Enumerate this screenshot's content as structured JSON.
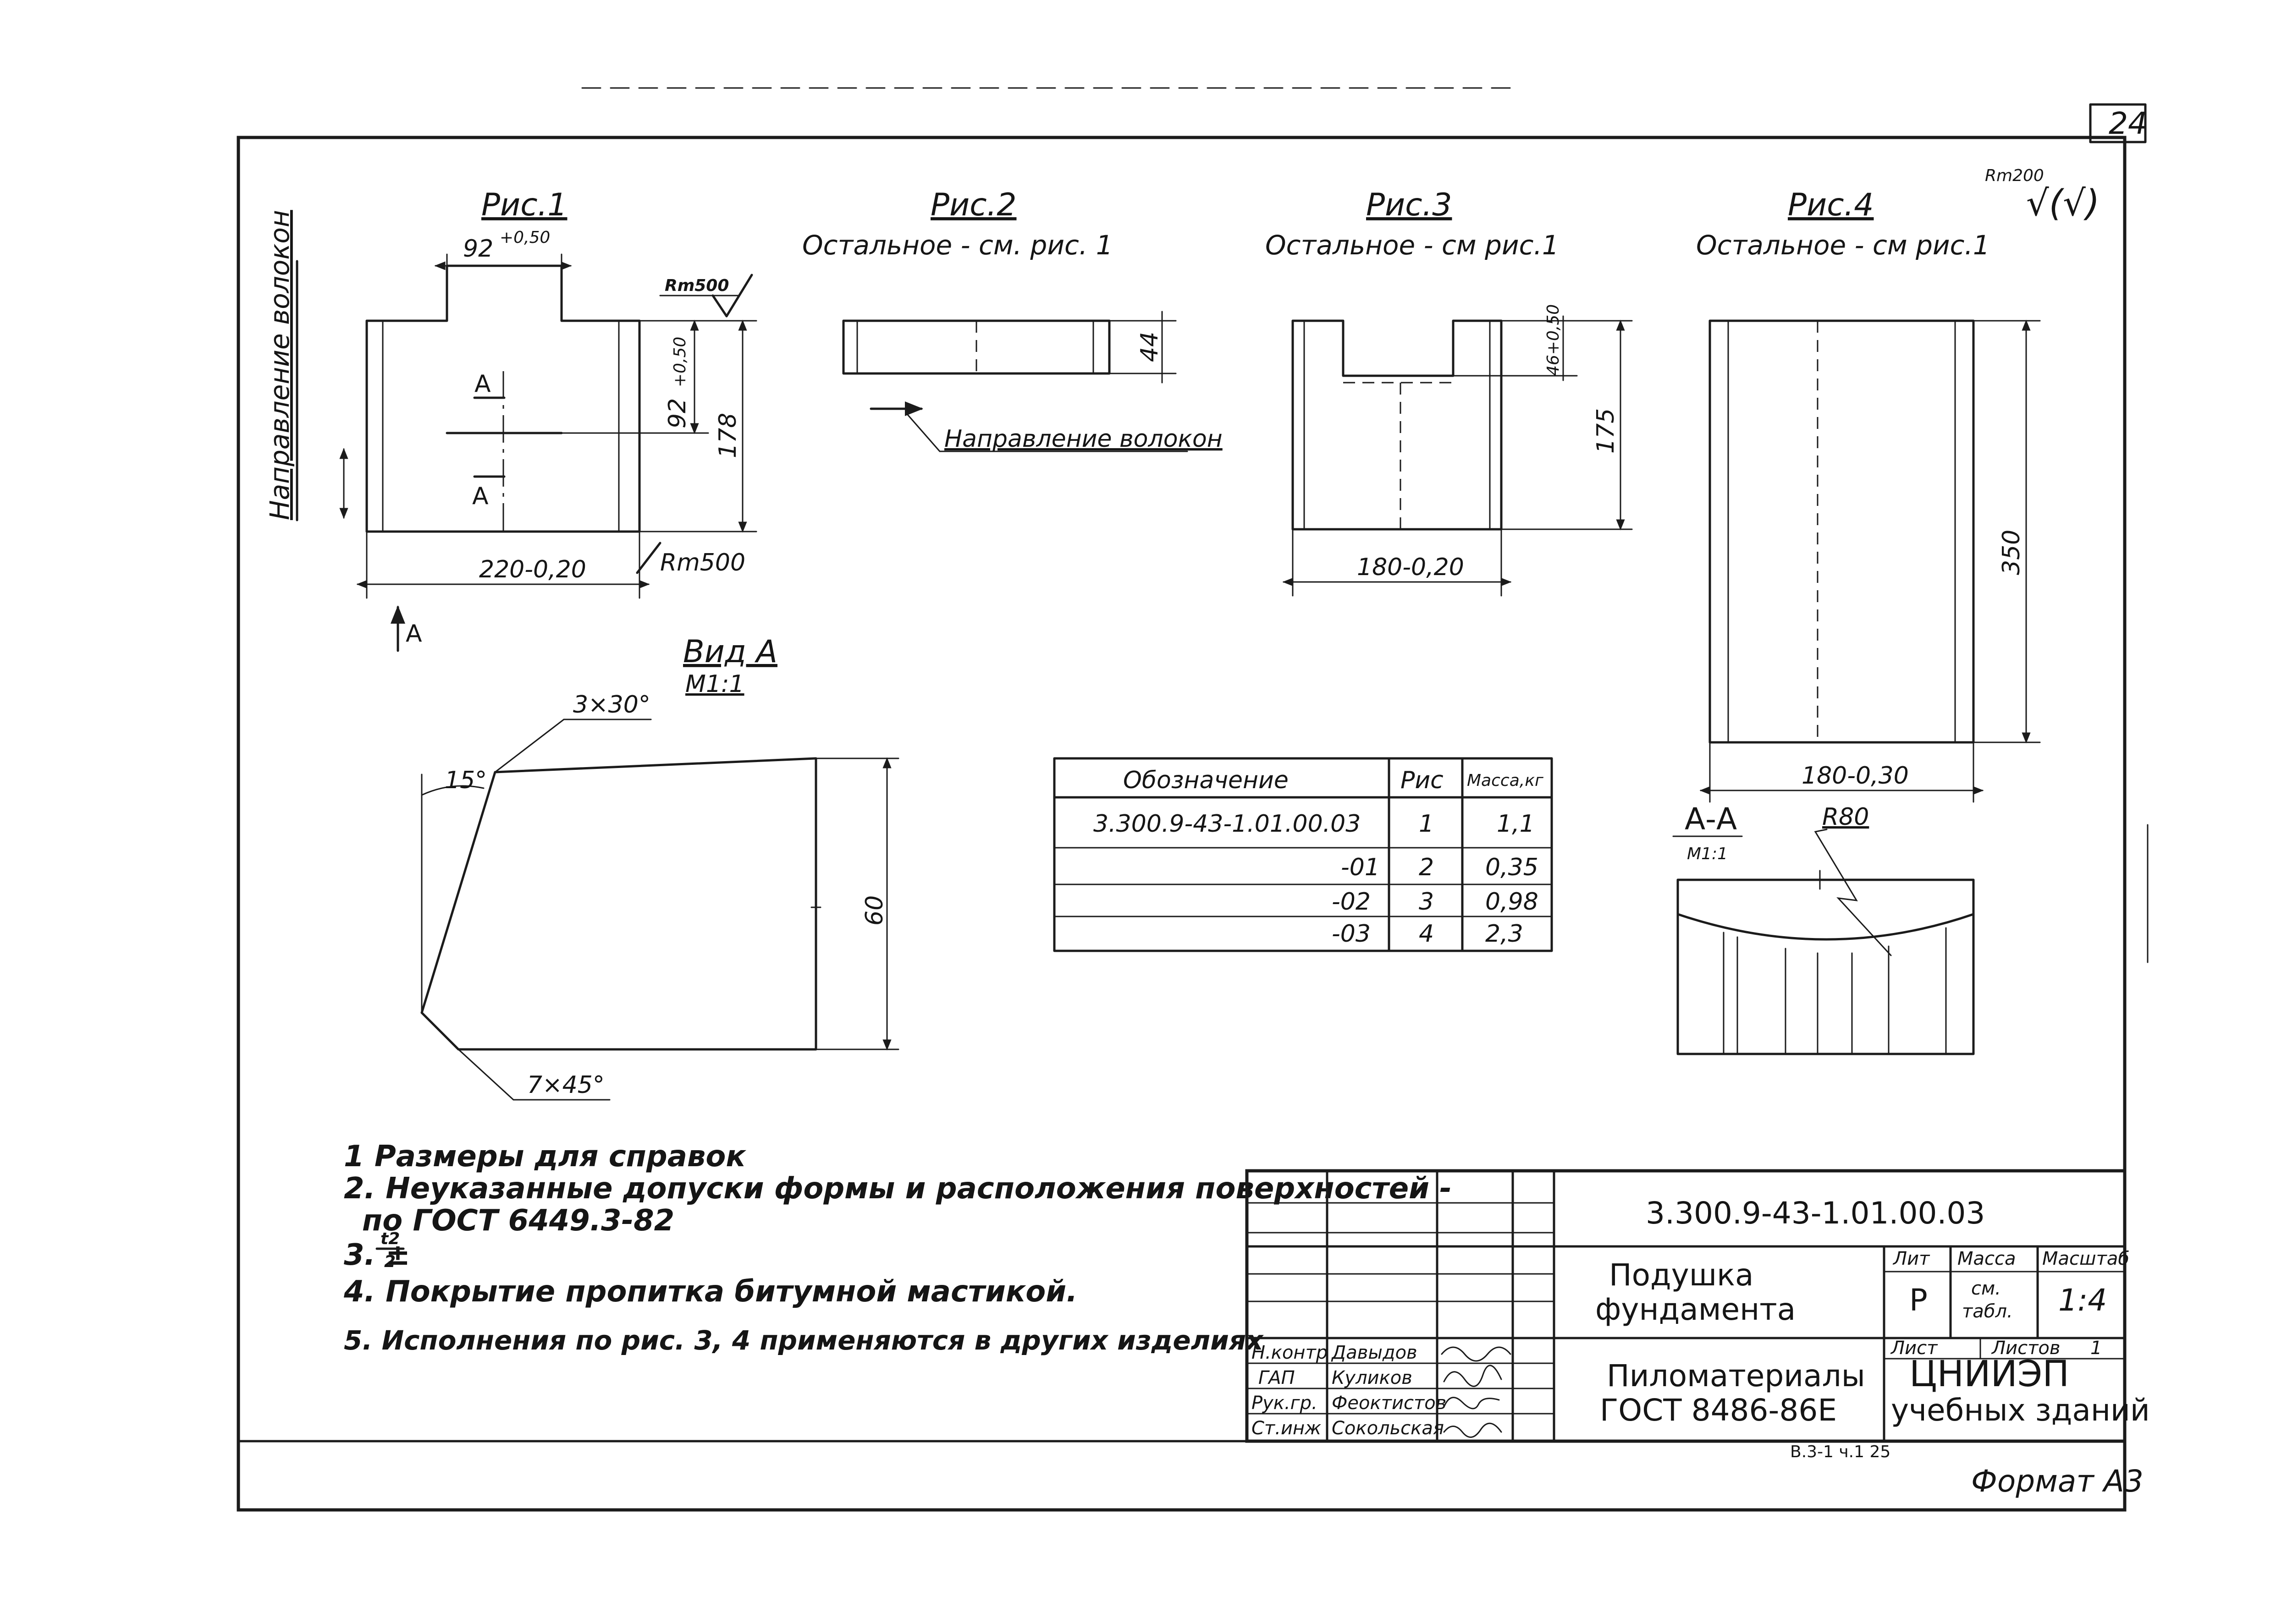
{
  "sheet": {
    "sheet_number": "24",
    "roughness_general": "Rm200",
    "roughness_symbol": "√(√)",
    "format_label": "Формат А3",
    "archive_code": "В.3-1 ч.1 25"
  },
  "figures": {
    "fig1": {
      "title": "Рис.1",
      "fiber_direction": "Направление волокон",
      "dim_cut_width": "92",
      "dim_cut_width_tol": "+0,50",
      "dim_cut_depth": "92",
      "dim_cut_depth_tol": "+0,50",
      "dim_height": "178",
      "dim_width": "220-0,20",
      "roughness_top": "Rm500",
      "roughness_side": "Rm500",
      "section_label": "A",
      "view_label": "A"
    },
    "fig2": {
      "title": "Рис.2",
      "subtitle": "Остальное - см. рис. 1",
      "dim_height": "44",
      "fiber_direction": "Направление волокон"
    },
    "fig3": {
      "title": "Рис.3",
      "subtitle": "Остальное - см рис.1",
      "dim_cut": "46+0,50",
      "dim_height": "175",
      "dim_width": "180-0,20"
    },
    "fig4": {
      "title": "Рис.4",
      "subtitle": "Остальное - см рис.1",
      "dim_height": "350",
      "dim_width": "180-0,30"
    },
    "view_a": {
      "title": "Вид А",
      "scale": "М1:1",
      "chamfer_top": "3×30°",
      "angle": "15°",
      "chamfer_bottom": "7×45°",
      "dim_height": "60"
    },
    "section_aa": {
      "title": "А-А",
      "scale": "М1:1",
      "radius": "R80"
    }
  },
  "variants_table": {
    "headers": [
      "Обозначение",
      "Рис",
      "Масса,кг"
    ],
    "rows": [
      [
        "3.300.9-43-1.01.00.03",
        "1",
        "1,1"
      ],
      [
        "-01",
        "2",
        "0,35"
      ],
      [
        "-02",
        "3",
        "0,98"
      ],
      [
        "-03",
        "4",
        "2,3"
      ]
    ]
  },
  "notes": [
    "1 Размеры для справок",
    "2. Неуказанные допуски формы и расположения поверхностей -",
    "по ГОСТ 6449.3-82",
    "3. ±",
    "4. Покрытие пропитка битумной мастикой.",
    "5. Исполнения по рис. 3, 4 применяются в других изделиях"
  ],
  "note3_fraction": {
    "numerator": "t2",
    "denominator": "2"
  },
  "title_block": {
    "designation": "3.300.9-43-1.01.00.03",
    "name_line1": "Подушка",
    "name_line2": "фундамента",
    "material_line1": "Пиломатериалы",
    "material_line2": "ГОСТ 8486-86Е",
    "organization_line1": "ЦНИИЭП",
    "organization_line2": "учебных зданий",
    "lit_header": "Лит",
    "mass_header": "Масса",
    "scale_header": "Масштаб",
    "lit_value": "Р",
    "mass_value_line1": "см.",
    "mass_value_line2": "табл.",
    "scale_value": "1:4",
    "sheet_header": "Лист",
    "sheets_header": "Листов",
    "sheets_value": "1",
    "roles": [
      {
        "role": "Н.контр",
        "name": "Давыдов"
      },
      {
        "role": "ГАП",
        "name": "Куликов"
      },
      {
        "role": "Рук.гр.",
        "name": "Феоктистов"
      },
      {
        "role": "Ст.инж",
        "name": "Сокольская"
      }
    ],
    "signatures": [
      "signature-1",
      "signature-2",
      "signature-3",
      "signature-4"
    ]
  }
}
